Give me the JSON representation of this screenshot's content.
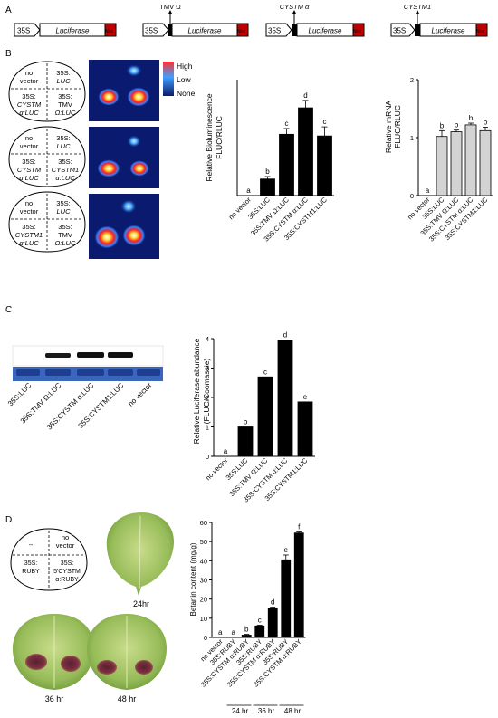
{
  "panels": {
    "A": "A",
    "B": "B",
    "C": "C",
    "D": "D"
  },
  "panel_a": {
    "constructs": [
      {
        "promoter": "35S",
        "insert_label": "",
        "reporter": "Luciferase",
        "terminator": "Nos"
      },
      {
        "promoter": "35S",
        "insert_label": "TMV Ω",
        "reporter": "Luciferase",
        "terminator": "Nos"
      },
      {
        "promoter": "35S",
        "insert_label": "CYSTM α",
        "reporter": "Luciferase",
        "terminator": "Nos"
      },
      {
        "promoter": "35S",
        "insert_label": "CYSTM1",
        "reporter": "Luciferase",
        "terminator": "Nos"
      }
    ]
  },
  "panel_b": {
    "leaves": [
      {
        "top_left": [
          "no",
          "vector"
        ],
        "top_right": [
          "35S:",
          "LUC"
        ],
        "bottom_left": [
          "35S:",
          "CYSTM",
          "α:LUC"
        ],
        "bottom_right": [
          "35S:",
          "TMV",
          "Ω:LUC"
        ]
      },
      {
        "top_left": [
          "no",
          "vector"
        ],
        "top_right": [
          "35S:",
          "LUC"
        ],
        "bottom_left": [
          "35S:",
          "CYSTM",
          "α:LUC"
        ],
        "bottom_right": [
          "35S:",
          "CYSTM1",
          "α:LUC"
        ]
      },
      {
        "top_left": [
          "no",
          "vector"
        ],
        "top_right": [
          "35S:",
          "LUC"
        ],
        "bottom_left": [
          "35S:",
          "CYSTM1",
          "α:LUC"
        ],
        "bottom_right": [
          "35S:",
          "TMV",
          "Ω:LUC"
        ]
      }
    ],
    "colorbar": {
      "high": "High",
      "low": "Low",
      "none": "None",
      "colors": [
        "#ff3030",
        "#40a0ff",
        "#0a1a6e"
      ]
    }
  },
  "chart_data": [
    {
      "id": "b1",
      "type": "bar",
      "categories": [
        "no vector",
        "35S:LUC",
        "35S:TMV Ω:LUC",
        "35S:CYSTM α:LUC",
        "35S:CYSTM1:LUC"
      ],
      "values": [
        0,
        1.0,
        3.7,
        5.3,
        3.6
      ],
      "errors": [
        0,
        0.15,
        0.35,
        0.45,
        0.55
      ],
      "letters": [
        "a",
        "b",
        "c",
        "d",
        "c"
      ],
      "ylabel": [
        "Relative Bioluminescence",
        "FLUC/RLUC"
      ],
      "ylim": [
        0,
        7
      ],
      "bar_color": "#000000"
    },
    {
      "id": "b2",
      "type": "bar",
      "categories": [
        "no vector",
        "35S:LUC",
        "35S:TMV Ω:LUC",
        "35S:CYSTM α:LUC",
        "35S:CYSTM1:LUC"
      ],
      "values": [
        0,
        1.02,
        1.1,
        1.22,
        1.12
      ],
      "errors": [
        0,
        0.1,
        0.03,
        0.03,
        0.06
      ],
      "letters": [
        "a",
        "b",
        "b",
        "b",
        "b"
      ],
      "ylabel": [
        "Relative mRNA",
        "FLUC/RLUC"
      ],
      "ylim": [
        0,
        2
      ],
      "yticks": [
        0,
        1,
        2
      ],
      "bar_color": "#d3d3d3"
    },
    {
      "id": "c",
      "type": "bar",
      "categories": [
        "no vector",
        "35S:LUC",
        "35S:TMV Ω:LUC",
        "35S:CYSTM α:LUC",
        "35S:CYSTM1:LUC"
      ],
      "values": [
        0,
        1.0,
        2.7,
        3.95,
        1.85
      ],
      "errors": [
        0,
        0,
        0,
        0,
        0
      ],
      "letters": [
        "a",
        "b",
        "c",
        "d",
        "e"
      ],
      "ylabel": [
        "Relative Luciferase abundance",
        "(FLUC/Coomassie)"
      ],
      "ylim": [
        0,
        4
      ],
      "yticks": [
        0,
        1,
        2,
        3,
        4
      ],
      "bar_color": "#000000"
    },
    {
      "id": "d",
      "type": "bar",
      "categories": [
        "no vector",
        "35S:RUBY",
        "35S:CYSTM α:RUBY",
        "35S:RUBY",
        "35S:CYSTM α:RUBY",
        "35S:RUBY",
        "35S:CYSTM α:RUBY"
      ],
      "values": [
        0,
        0,
        1.2,
        6,
        15,
        40.5,
        54.5
      ],
      "errors": [
        0,
        0,
        0.4,
        0.4,
        0.8,
        2.5,
        0.5
      ],
      "letters": [
        "a",
        "a",
        "b",
        "c",
        "d",
        "e",
        "f"
      ],
      "ylabel": [
        "Betanin content (mg/g)"
      ],
      "ylim": [
        0,
        60
      ],
      "yticks": [
        0,
        10,
        20,
        30,
        40,
        50,
        60
      ],
      "bar_color": "#000000",
      "groups": [
        {
          "label": "24 hr",
          "from": 1,
          "to": 2
        },
        {
          "label": "36 hr",
          "from": 3,
          "to": 4
        },
        {
          "label": "48 hr",
          "from": 5,
          "to": 6
        }
      ]
    }
  ],
  "panel_c": {
    "lanes": [
      "35S:LUC",
      "35S:TMV Ω:LUC",
      "35S:CYSTM α:LUC",
      "35S:CYSTM1:LUC",
      "no vector"
    ]
  },
  "panel_d": {
    "diagram": {
      "top_right": [
        "no",
        "vector"
      ],
      "top_left": [
        "--"
      ],
      "bottom_left": [
        "35S:",
        "RUBY"
      ],
      "bottom_right": [
        "35S:",
        "5'CYSTM",
        "α:RUBY"
      ]
    },
    "photo_labels": [
      "24hr",
      "36 hr",
      "48 hr"
    ]
  }
}
